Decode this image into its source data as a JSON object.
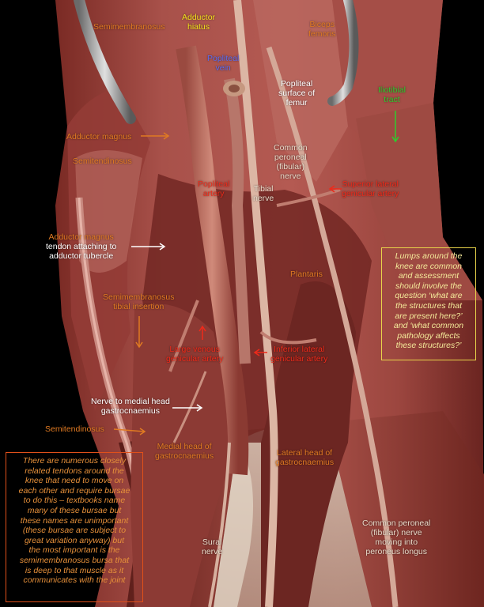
{
  "colors": {
    "orange": "#e07a22",
    "yellow": "#f2e01c",
    "blue": "#5c6cf0",
    "white": "#ffffff",
    "green": "#2ecc2e",
    "red": "#ee2a1a",
    "pale": "#e8d9c8"
  },
  "labels": {
    "semimembranosus": "Semimembranosus",
    "adductor_hiatus": [
      "Adductor",
      "hiatus"
    ],
    "biceps_femoris": [
      "Biceps",
      "femoris"
    ],
    "popliteal_vein": [
      "Popliteal",
      "vein"
    ],
    "popliteal_surface": [
      "Popliteal",
      "surface of",
      "femur"
    ],
    "iliotibial_tract": [
      "Iliotibial",
      "tract"
    ],
    "adductor_magnus": "Adductor magnus",
    "semitendinosus_top": "Semitendinosus",
    "common_peroneal": [
      "Common",
      "peroneal",
      "(fibular)",
      "nerve"
    ],
    "superior_lateral": [
      "Superior lateral",
      "genicular artery"
    ],
    "popliteal_artery": [
      "Popliteal",
      "artery"
    ],
    "tibial_nerve": [
      "Tibial",
      "nerve"
    ],
    "adductor_tendon": [
      "Adductor magnus",
      "tendon attaching to",
      "adductor tubercle"
    ],
    "plantaris": "Plantaris",
    "semimem_tibial": [
      "Semimembranosus",
      "tibial insertion"
    ],
    "large_vein": [
      "Large venous",
      "genicular artery"
    ],
    "inferior_lateral": [
      "Inferior lateral",
      "genicular artery"
    ],
    "nerve_medial": [
      "Nerve to medial head",
      "gastrocnaemius"
    ],
    "semitendinosus_bottom": "Semitendinosus",
    "medial_head": [
      "Medial head of",
      "gastrocnaemius"
    ],
    "lateral_head": [
      "Lateral head of",
      "gastrocnaemius"
    ],
    "sural_nerve": [
      "Sural",
      "nerve"
    ],
    "common_peroneal_longus": [
      "Common peroneal",
      "(fibular) nerve",
      "moving into",
      "peroneus longus"
    ]
  },
  "notes": {
    "left": [
      "There are numerous closely",
      "related tendons around the",
      "knee that need to move on",
      "each other and require bursae",
      "to do this – textbooks name",
      "many of these bursae but",
      "these names are unimportant",
      "(these bursae are subject to",
      "great variation anyway) but",
      "the most important is the",
      "semimembranosus bursa that",
      "is deep to that muscle as it",
      "communicates with the joint"
    ],
    "right": [
      "Lumps around the",
      "knee are common",
      "and assessment",
      "should involve the",
      "question ‘what are",
      "the structures that",
      "are present here?’",
      "and ‘what common",
      "pathology affects",
      "these structures?’"
    ]
  }
}
